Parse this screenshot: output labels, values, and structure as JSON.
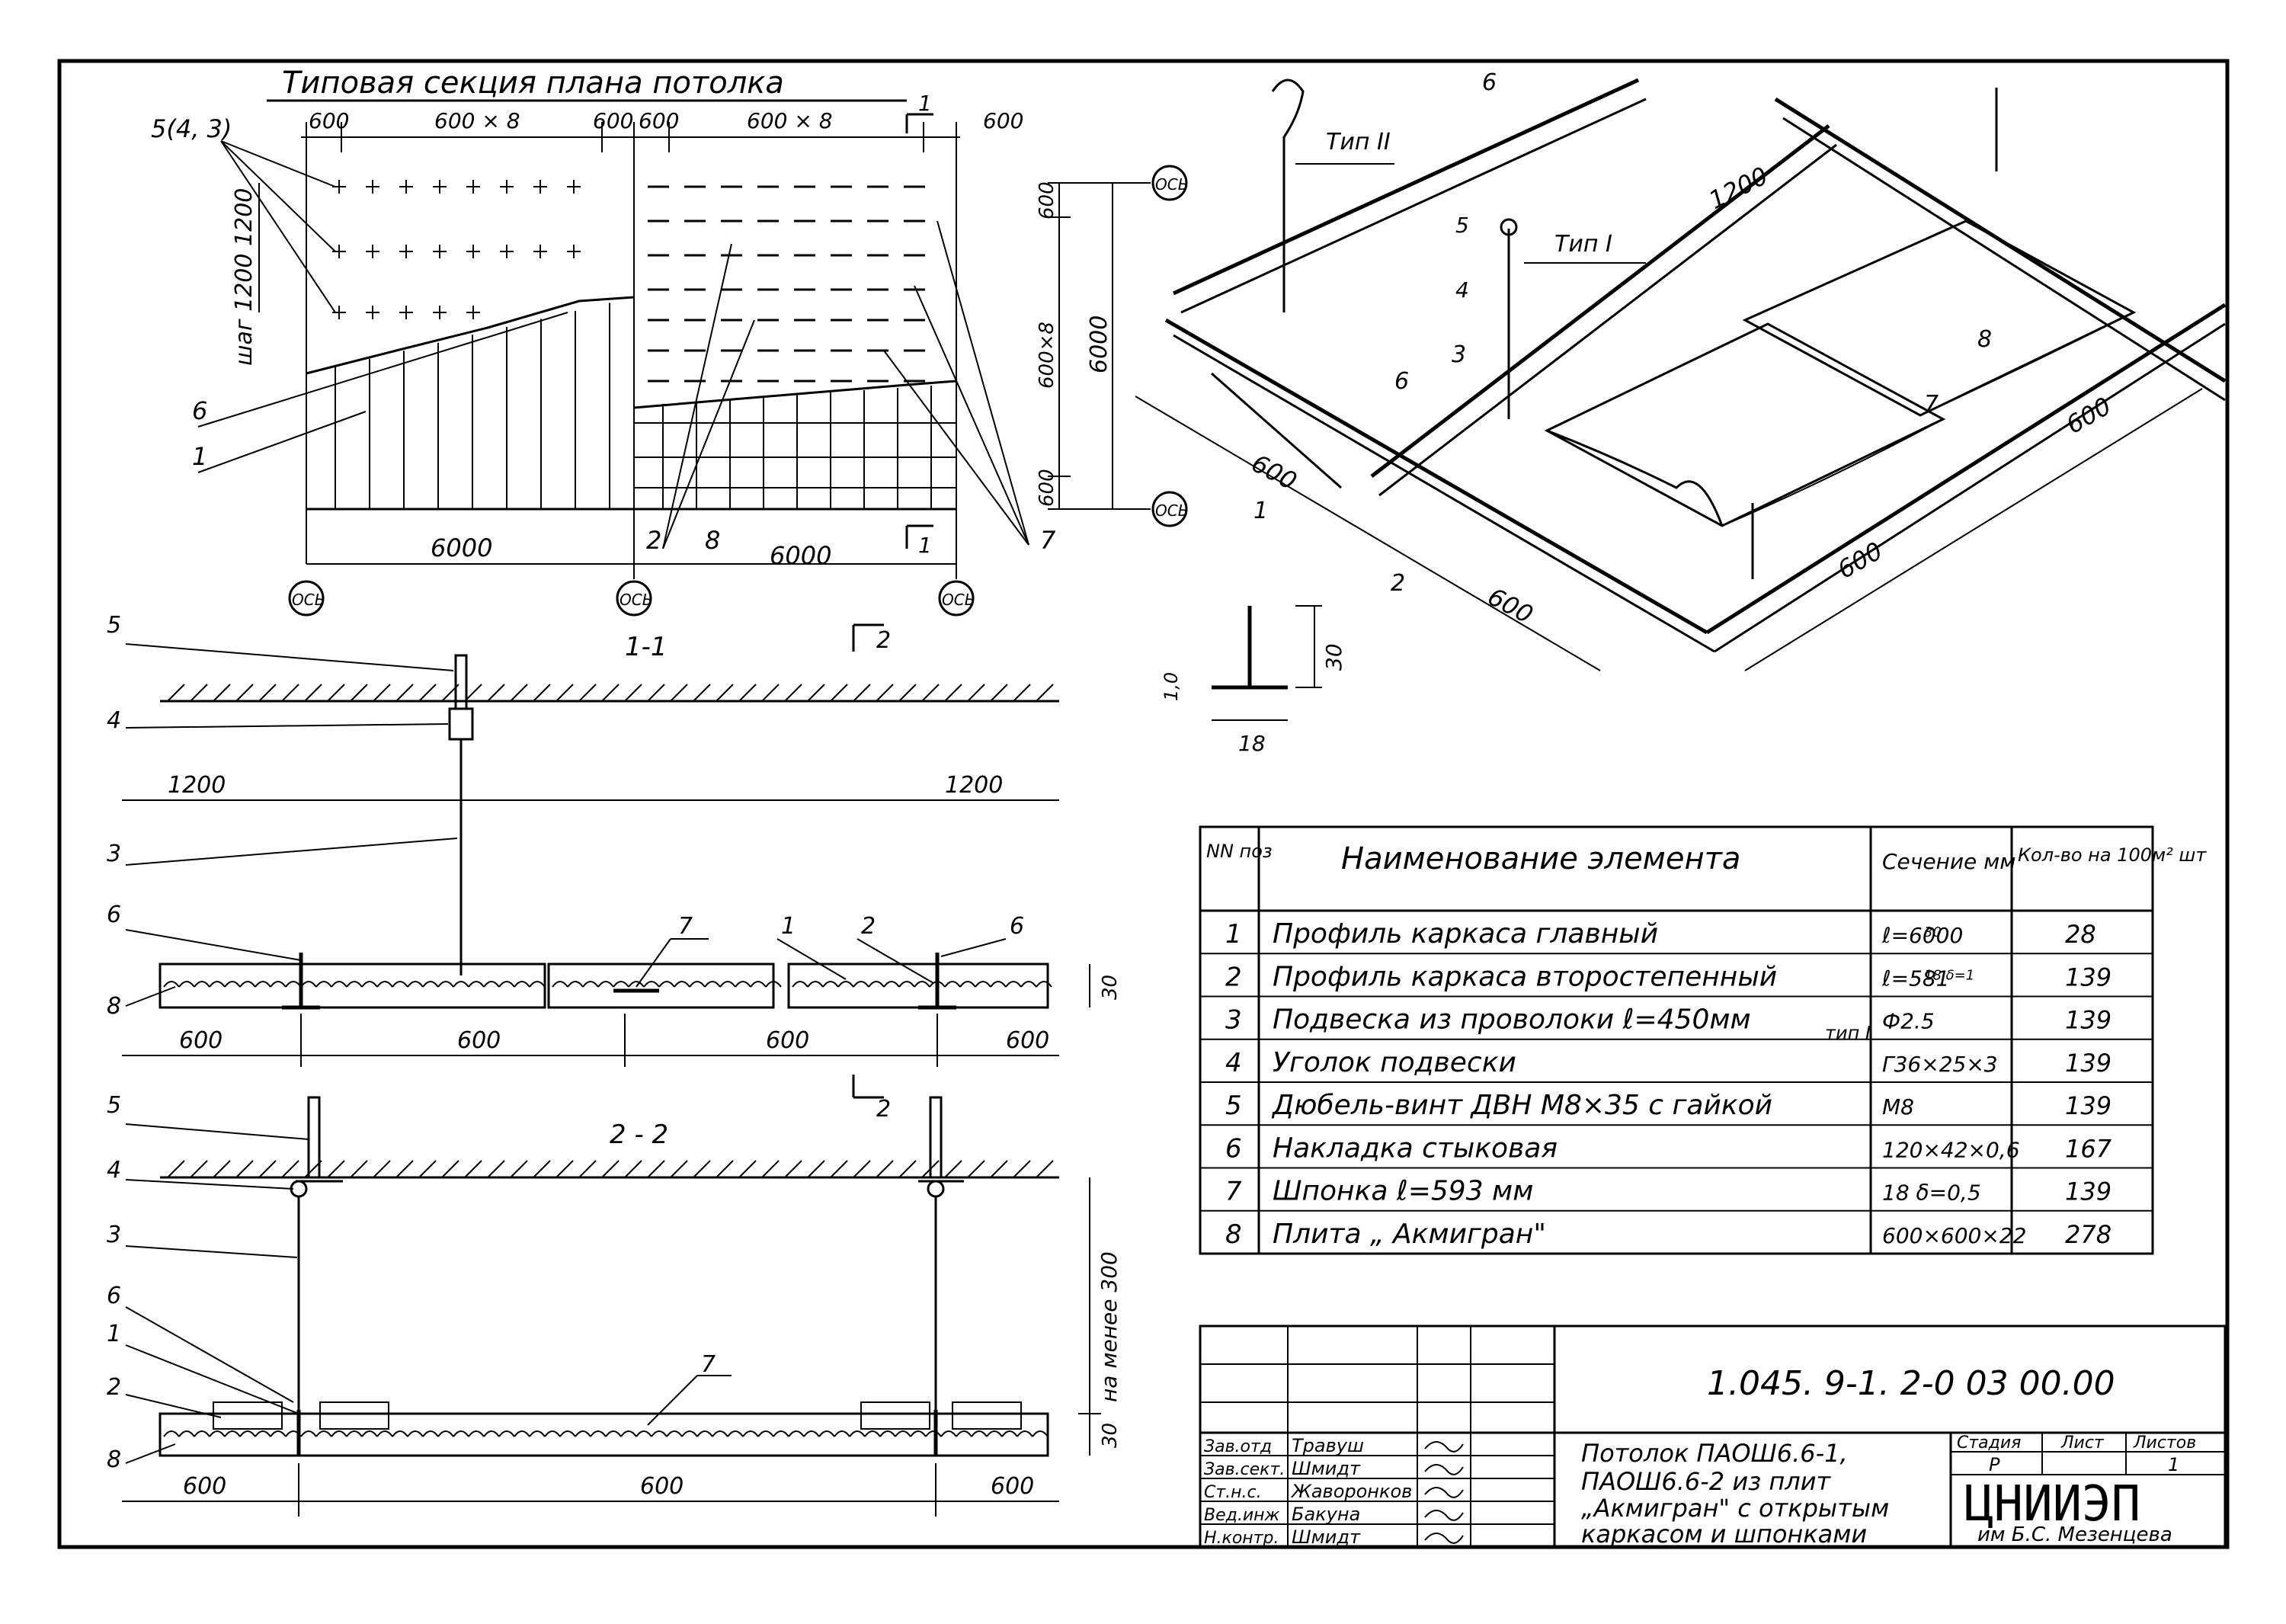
{
  "plan": {
    "title": "Типовая секция плана потолка",
    "dims_top": [
      "600",
      "600 × 8",
      "600",
      "600",
      "600 × 8",
      "600"
    ],
    "marker_1": "1",
    "axis_label": "ОСЬ",
    "label_5_4_3": "5(4, 3)",
    "step_label": "шаг 1200 1200",
    "dims_right": [
      "600",
      "600×8",
      "600",
      "6000"
    ],
    "bottom_dims": [
      "6000",
      "6000"
    ],
    "leaders": [
      "6",
      "1",
      "2",
      "8",
      "7"
    ]
  },
  "iso": {
    "tip_II": "Тип II",
    "tip_I": "Тип I",
    "dims": [
      "1200",
      "600",
      "600",
      "600",
      "600"
    ],
    "labels": [
      "6",
      "5",
      "4",
      "3",
      "6",
      "1",
      "2",
      "8",
      "7"
    ],
    "profile_dims": [
      "1,0",
      "30",
      "18"
    ]
  },
  "section_1": {
    "title": "1-1",
    "cut_marker": "2",
    "span": [
      "1200",
      "1200"
    ],
    "labels": [
      "5",
      "4",
      "3",
      "6",
      "7",
      "1",
      "2",
      "6",
      "8"
    ],
    "bottom_dims": [
      "600",
      "600",
      "600",
      "600"
    ],
    "height": "30"
  },
  "section_2": {
    "title": "2 - 2",
    "labels": [
      "5",
      "4",
      "3",
      "6",
      "1",
      "2",
      "8",
      "7"
    ],
    "height_note": "на менее 300",
    "height": "30",
    "bottom_dims": [
      "600",
      "600",
      "600"
    ]
  },
  "spec_table": {
    "headers": [
      "NN поз",
      "Наименование элемента",
      "Сечение мм",
      "Кол-во на 100м² шт"
    ],
    "rows": [
      {
        "n": "1",
        "name": "Профиль каркаса главный",
        "sect": "ℓ=6000",
        "sect_extra": "30",
        "qty": "28"
      },
      {
        "n": "2",
        "name": "Профиль каркаса второстепенный",
        "sect": "ℓ=581",
        "sect_extra": "18 δ=1",
        "qty": "139"
      },
      {
        "n": "3",
        "name": "Подвеска из проволоки ℓ=450мм",
        "sect": "Ф2.5",
        "type_note": "тип I",
        "qty": "139"
      },
      {
        "n": "4",
        "name": "Уголок подвески",
        "sect": "Г36×25×3",
        "qty": "139"
      },
      {
        "n": "5",
        "name": "Дюбель-винт ДВН М8×35 с гайкой",
        "sect": "М8",
        "qty": "139"
      },
      {
        "n": "6",
        "name": "Накладка стыковая",
        "sect": "120×42×0,6",
        "qty": "167"
      },
      {
        "n": "7",
        "name": "Шпонка ℓ=593 мм",
        "sect": "18  δ=0,5",
        "qty": "139"
      },
      {
        "n": "8",
        "name": "Плита „ Акмигран\"",
        "sect": "600×600×22",
        "qty": "278"
      }
    ]
  },
  "title_block": {
    "doc_code": "1.045. 9-1. 2-0  03 00.00",
    "roles": [
      "Зав.отд",
      "Зав.сект.",
      "Ст.н.с.",
      "Вед.инж",
      "Н.контр."
    ],
    "names": [
      "Травуш",
      "Шмидт",
      "Жаворонков",
      "Бакуна",
      "Шмидт"
    ],
    "description": [
      "Потолок ПАОШ6.6-1,",
      "ПАОШ6.6-2 из плит",
      "„Акмигран\" с открытым",
      "каркасом и шпонками"
    ],
    "stage_header": "Стадия",
    "sheet_header": "Лист",
    "sheets_header": "Листов",
    "stage": "Р",
    "sheets": "1",
    "org": "ЦНИИЭП",
    "org_sub": "им Б.С. Мезенцева"
  }
}
